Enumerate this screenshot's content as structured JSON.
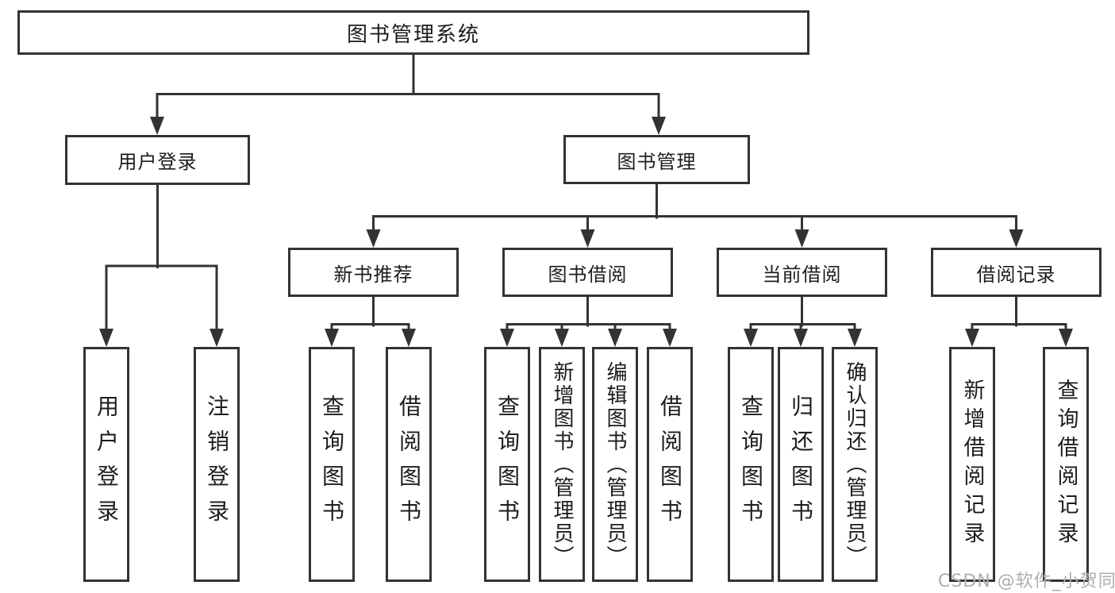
{
  "diagram": {
    "tree": {
      "label": "图书管理系统",
      "children": [
        {
          "label": "用户登录",
          "children": [
            {
              "label": "用户登录"
            },
            {
              "label": "注销登录"
            }
          ]
        },
        {
          "label": "图书管理",
          "children": [
            {
              "label": "新书推荐",
              "children": [
                {
                  "label": "查询图书"
                },
                {
                  "label": "借阅图书"
                }
              ]
            },
            {
              "label": "图书借阅",
              "children": [
                {
                  "label": "查询图书"
                },
                {
                  "label": "新增图书（管理员）"
                },
                {
                  "label": "编辑图书（管理员）"
                },
                {
                  "label": "借阅图书"
                }
              ]
            },
            {
              "label": "当前借阅",
              "children": [
                {
                  "label": "查询图书"
                },
                {
                  "label": "归还图书"
                },
                {
                  "label": "确认归还（管理员）"
                }
              ]
            },
            {
              "label": "借阅记录",
              "children": [
                {
                  "label": "新增借阅记录"
                },
                {
                  "label": "查询借阅记录"
                }
              ]
            }
          ]
        }
      ]
    }
  },
  "watermark": {
    "text": "CSDN @软件_小贺同学"
  },
  "colors": {
    "line": "#333333",
    "border": "#333333",
    "text": "#1d1d1d",
    "watermark": "#aeaeae",
    "background": "#ffffff"
  }
}
